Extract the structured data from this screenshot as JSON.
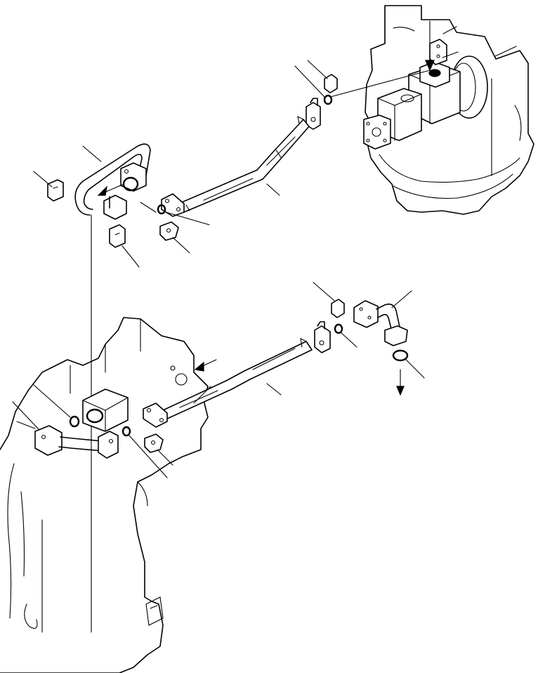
{
  "diagram": {
    "kind": "exploded parts diagram",
    "text_labels": [],
    "colors": {
      "line": "#000000",
      "background": "#ffffff"
    },
    "parts": [
      "upper-hydraulic-hose",
      "lower-hydraulic-hose",
      "upper-pipe-loop",
      "lower-elbow-pipe",
      "right-elbow-pipe",
      "upper-pump-assembly",
      "lower-transmission-housing",
      "split-flange-halves",
      "o-rings"
    ]
  }
}
